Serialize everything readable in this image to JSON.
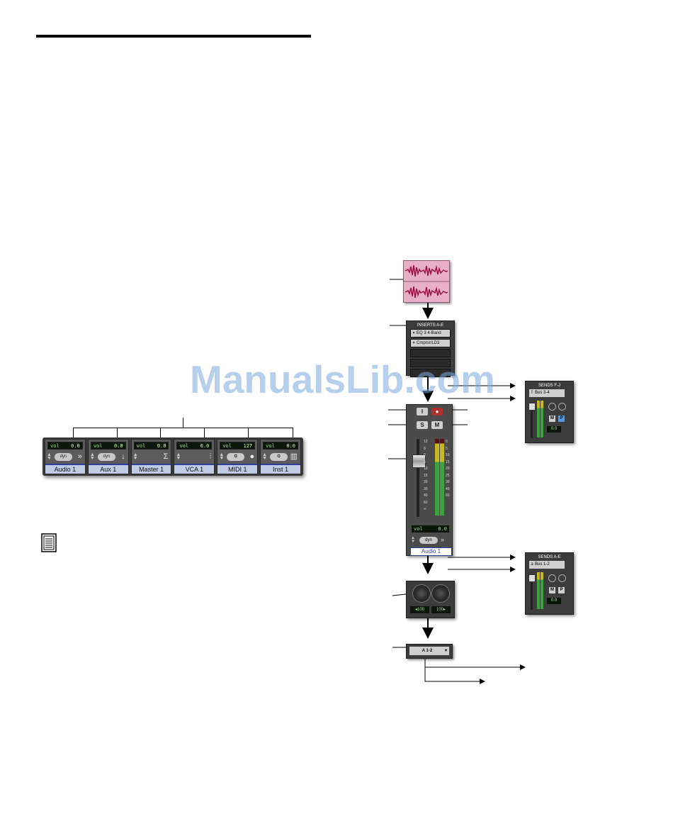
{
  "strips": [
    {
      "lcd_label": "vol",
      "lcd_value": "0.0",
      "pill": "dyn",
      "glyph": "»",
      "name": "Audio 1"
    },
    {
      "lcd_label": "vol",
      "lcd_value": "0.0",
      "pill": "dyn",
      "glyph": "↓",
      "name": "Aux 1"
    },
    {
      "lcd_label": "vol",
      "lcd_value": "0.0",
      "pill": "",
      "glyph": "Σ",
      "name": "Master 1"
    },
    {
      "lcd_label": "vol",
      "lcd_value": "0.0",
      "pill": "",
      "glyph": "⫶",
      "name": "VCA 1"
    },
    {
      "lcd_label": "vol",
      "lcd_value": "127",
      "pill": "",
      "glyph": "●",
      "name": "MIDI 1"
    },
    {
      "lcd_label": "vol",
      "lcd_value": "0.0",
      "pill": "",
      "glyph": "▥",
      "name": "Inst 1"
    }
  ],
  "inserts": {
    "header": "INSERTS A-E",
    "slots": [
      "EQ 3 4-Band",
      "Cmprsr/LD3",
      "",
      "",
      ""
    ]
  },
  "mixer": {
    "input_button": "I",
    "solo_button": "S",
    "mute_button": "M",
    "scale": [
      "12",
      "6",
      "0",
      "5",
      "10",
      "15",
      "20",
      "30",
      "40",
      "60",
      "∞"
    ],
    "meter_scale": [
      "0",
      "5",
      "10",
      "15",
      "20",
      "25",
      "30",
      "40",
      "60"
    ],
    "vol_label": "vol",
    "vol_value": "0.0",
    "automation": "dyn",
    "track_name": "Audio 1"
  },
  "sends_fj": {
    "header": "SENDS F-J",
    "key": "f",
    "bus": "Bus 3-4",
    "mute": "M",
    "pre": "P",
    "level": "0.0"
  },
  "sends_ae": {
    "header": "SENDS A-E",
    "key": "a",
    "bus": "Bus 1-2",
    "mute": "M",
    "pre": "P",
    "level": "0.0"
  },
  "pan": {
    "left": "100",
    "right": "100"
  },
  "output": {
    "value": "A 1-2"
  },
  "watermark": "ManualsLib.com"
}
